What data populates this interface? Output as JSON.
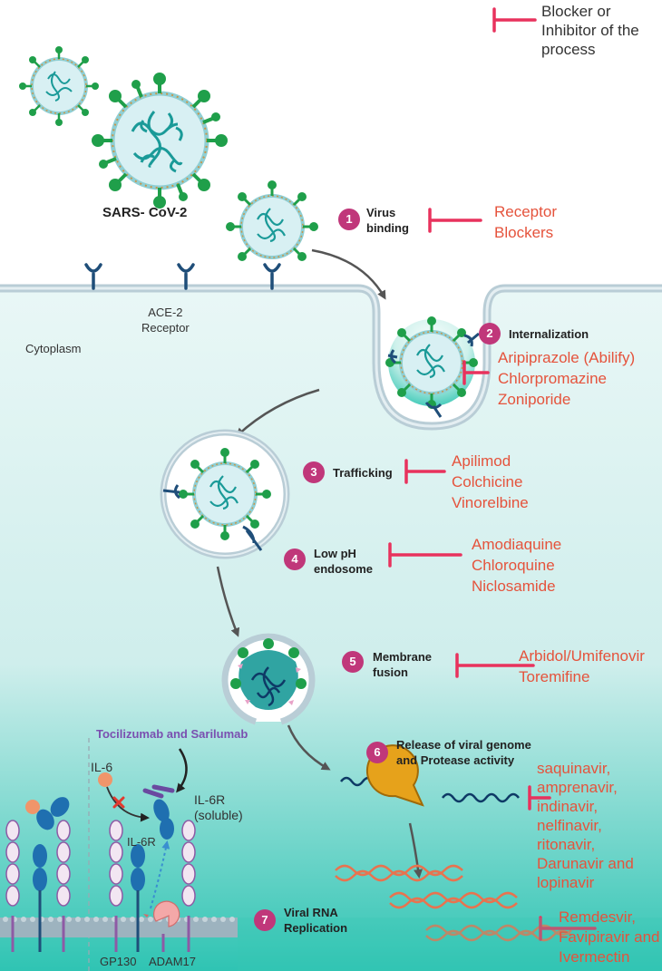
{
  "legend": {
    "line1": "Blocker or",
    "line2": "Inhibitor of the",
    "line3": "process",
    "color": "#e8325d"
  },
  "virus_label": "SARS- CoV-2",
  "ace2_label": {
    "line1": "ACE-2",
    "line2": "Receptor"
  },
  "cytoplasm_label": "Cytoplasm",
  "steps": [
    {
      "number": "1",
      "line1": "Virus",
      "line2": "binding",
      "drugs": [
        "Receptor",
        "Blockers"
      ]
    },
    {
      "number": "2",
      "line1": "Internalization",
      "line2": "",
      "drugs": [
        "Aripiprazole (Abilify)",
        "Chlorpromazine",
        "Zoniporide"
      ]
    },
    {
      "number": "3",
      "line1": "Trafficking",
      "line2": "",
      "drugs": [
        "Apilimod",
        "Colchicine",
        "Vinorelbine"
      ]
    },
    {
      "number": "4",
      "line1": "Low pH",
      "line2": "endosome",
      "drugs": [
        "Amodiaquine",
        "Chloroquine",
        "Niclosamide"
      ]
    },
    {
      "number": "5",
      "line1": "Membrane",
      "line2": "fusion",
      "drugs": [
        "Arbidol/Umifenovir",
        "Toremifine"
      ]
    },
    {
      "number": "6",
      "line1": "Release of viral genome",
      "line2": "and Protease activity",
      "drugs": [
        "saquinavir,",
        "amprenavir,",
        "indinavir,",
        "nelfinavir,",
        "ritonavir,",
        "Darunavir and",
        "lopinavir"
      ]
    },
    {
      "number": "7",
      "line1": "Viral RNA",
      "line2": "Replication",
      "drugs": [
        "Remdesvir,",
        "Favipiravir and",
        "Ivermectin"
      ]
    }
  ],
  "il6": {
    "title": "Tocilizumab and Sarilumab",
    "il6_label": "IL-6",
    "il6r_soluble": {
      "line1": "IL-6R",
      "line2": "(soluble)"
    },
    "il6r_label": "IL-6R",
    "gp130_label": "GP130",
    "adam17_label": "ADAM17"
  },
  "colors": {
    "cell": "#d6f0ee",
    "cell_deep": "#3cc9b8",
    "membrane": "#b9cdd6",
    "spike": "#1f9f4a",
    "capsid": "#d8f0f3",
    "rna": "#1a9a98",
    "drug_text": "#e5533c",
    "badge": "#c0377a",
    "arrow": "#555555",
    "receptor": "#1f4e79",
    "il6_title": "#7a4fb0",
    "protease": "#e6a21b",
    "replication_rna": "#e8734f"
  }
}
